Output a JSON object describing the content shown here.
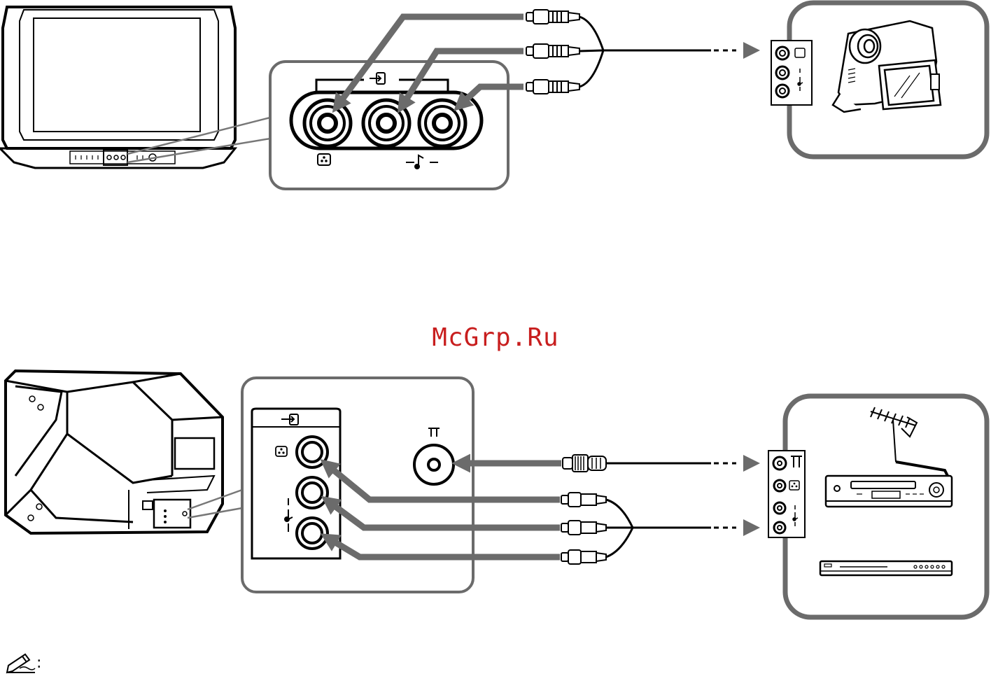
{
  "watermark": {
    "text": "McGrp.Ru"
  },
  "note": {
    "colon": ":",
    "icon": "pencil-note-icon"
  },
  "colors": {
    "cable_gray": "#6b6b6b",
    "panel_border": "#666666",
    "line": "#000000",
    "watermark": "#c81e1e"
  },
  "top_diagram": {
    "source_device": "camcorder-icon",
    "tv_view": "tv-front",
    "jack_symbols": [
      "video-in-icon",
      "video-jack-icon",
      "audio-jack-icon"
    ]
  },
  "bottom_diagram": {
    "source_devices": [
      "antenna-icon",
      "vcr-icon",
      "dvd-player-icon"
    ],
    "tv_view": "tv-rear",
    "jack_symbols": [
      "video-in-icon",
      "video-jack-icon",
      "audio-jack-icon",
      "antenna-jack-icon"
    ]
  }
}
